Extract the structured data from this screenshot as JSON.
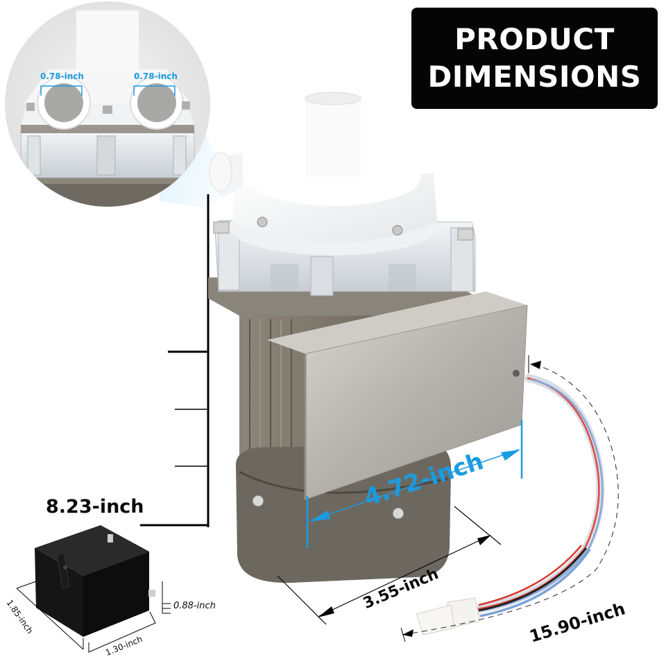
{
  "title": {
    "line1": "PRODUCT",
    "line2": "DIMENSIONS"
  },
  "inset_callout": {
    "outlet_left": "0.78-inch",
    "outlet_right": "0.78-inch"
  },
  "dimensions": {
    "height": "8.23-inch",
    "bracket_width": "4.72-inch",
    "base_depth": "3.55-inch",
    "cable_length": "15.90-inch"
  },
  "capacitor": {
    "depth": "1.85-inch",
    "width": "1.30-inch",
    "height": "0.88-inch"
  },
  "colors": {
    "accent_blue": "#1b9be0",
    "title_bg": "#050505",
    "motor_gray": "#7a7468",
    "bracket_steel": "#b9b6b0"
  }
}
